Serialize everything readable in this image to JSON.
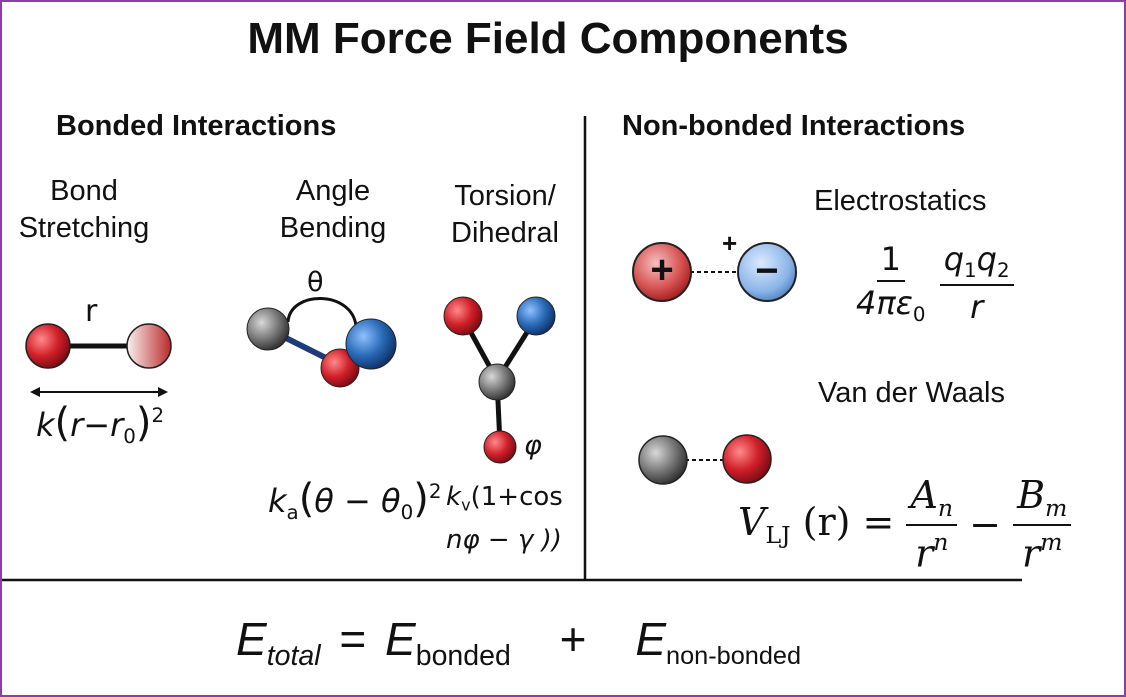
{
  "title": "MM Force Field Components",
  "bonded": {
    "heading": "Bonded Interactions",
    "stretch": {
      "label_line1": "Bond",
      "label_line2": "Stretching",
      "bond_symbol": "r",
      "eq_k": "k",
      "eq_r": "r",
      "eq_minus": "−",
      "eq_r0": "r",
      "eq_r0_sub": "0",
      "eq_exp": "2"
    },
    "angle": {
      "label_line1": "Angle",
      "label_line2": "Bending",
      "theta_symbol": "θ",
      "eq_k": "k",
      "eq_k_sub": "a",
      "eq_body": "θ − θ",
      "eq_sub0": "0",
      "eq_exp": "2"
    },
    "torsion": {
      "label_line1": "Torsion/",
      "label_line2": "Dihedral",
      "phi_symbol": "φ",
      "eq_k": "k",
      "eq_k_sub": "v",
      "eq_line1_rest": "(1+cos",
      "eq_line2": "nφ − γ ))"
    }
  },
  "nonbonded": {
    "heading": "Non-bonded Interactions",
    "electrostatics": {
      "label": "Electrostatics",
      "plus_sign": "+",
      "minus_sign": "−",
      "charge_mark": "+",
      "coef_num": "1",
      "coef_den": "4πε",
      "coef_den_sub": "0",
      "q1": "q",
      "q1_sub": "1",
      "q2": "q",
      "q2_sub": "2",
      "r": "r"
    },
    "vdw": {
      "label": "Van der Waals",
      "lhs_V": "V",
      "lhs_sub": "LJ",
      "lhs_arg": "(r) =",
      "A": "A",
      "A_sub": "n",
      "rn": "r",
      "rn_sup": "n",
      "minus": "−",
      "B": "B",
      "B_sub": "m",
      "rm": "r",
      "rm_sup": "m"
    }
  },
  "total": {
    "E": "E",
    "E_total_sub": "total",
    "equals": "=",
    "E2": "E",
    "E_bonded_sub": "bonded",
    "plus": "+",
    "E3": "E",
    "E_nonbonded_sub": "non-bonded"
  },
  "colors": {
    "frame": "#8a3fa3",
    "red_atom": "#d0202a",
    "blue_atom": "#2a6bb8",
    "gray_atom": "#6a6a6a"
  }
}
